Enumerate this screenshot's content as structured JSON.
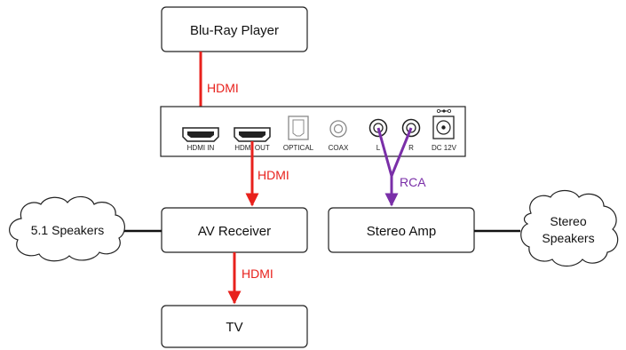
{
  "boxes": {
    "blu_ray": "Blu-Ray Player",
    "av_receiver": "AV Receiver",
    "tv": "TV",
    "stereo_amp": "Stereo Amp"
  },
  "clouds": {
    "speakers_51": "5.1 Speakers",
    "stereo_line1": "Stereo",
    "stereo_line2": "Speakers"
  },
  "device_ports": {
    "hdmi_in": "HDMI IN",
    "hdmi_out": "HDMI OUT",
    "optical": "OPTICAL",
    "coax": "COAX",
    "left": "L",
    "right": "R",
    "dc": "DC 12V"
  },
  "connections": {
    "hdmi_1": "HDMI",
    "hdmi_2": "HDMI",
    "hdmi_3": "HDMI",
    "rca": "RCA"
  },
  "colors": {
    "hdmi": "#e8211c",
    "rca": "#7a2fa8",
    "line": "#111111"
  }
}
